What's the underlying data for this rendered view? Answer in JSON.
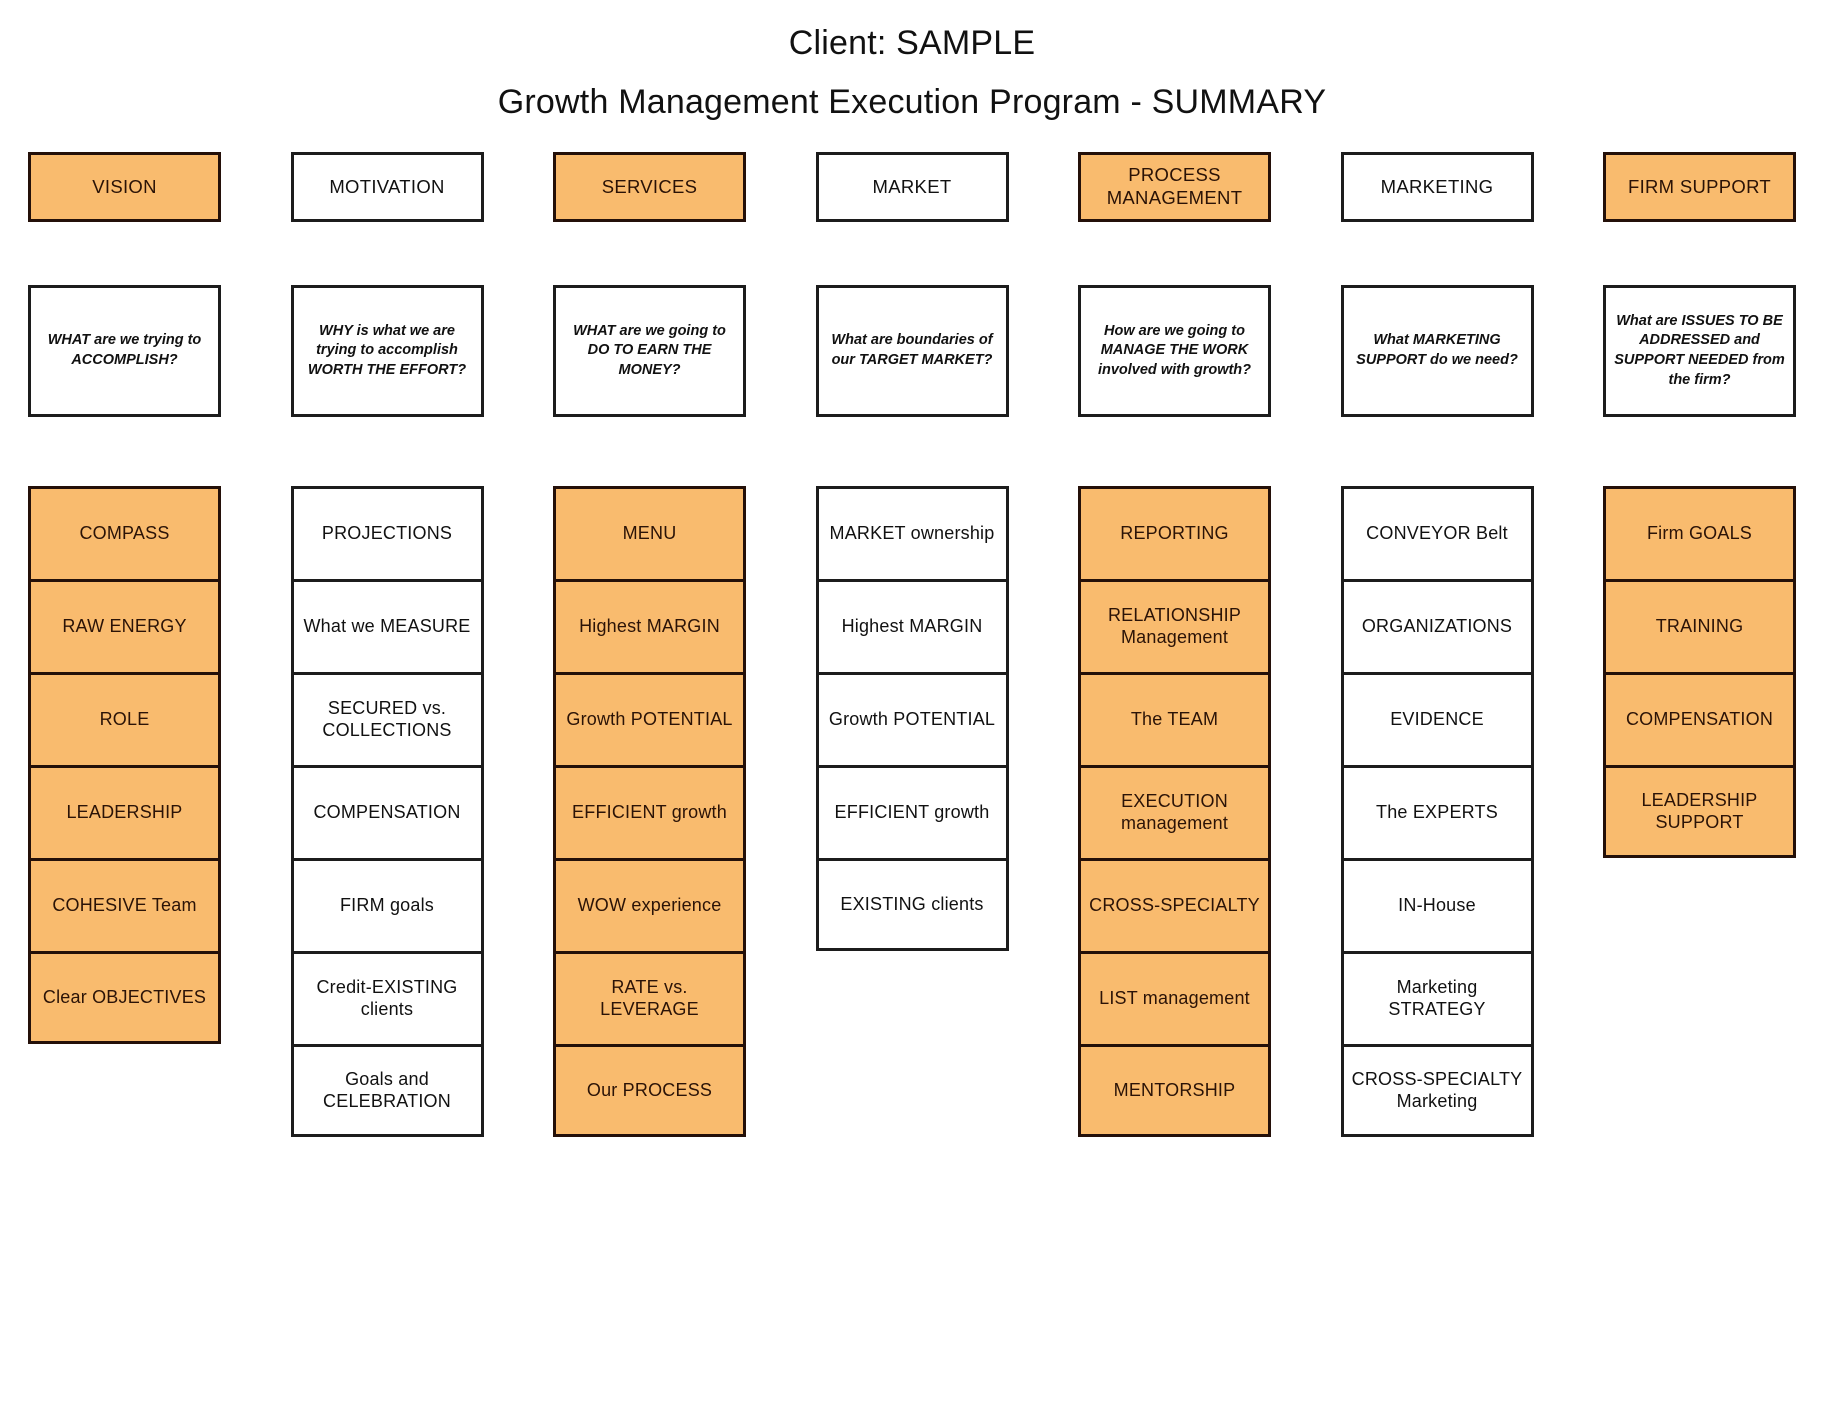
{
  "titles": {
    "client": "Client: SAMPLE",
    "program": "Growth Management Execution Program - SUMMARY"
  },
  "colors": {
    "orange_fill": "#F9BB6E",
    "white_fill": "#FFFFFF",
    "border_dark": "#1C1C1C",
    "border_orange": "#241009",
    "text_dark": "#111111",
    "text_on_orange": "#2B1307"
  },
  "columns": [
    {
      "header": "VISION",
      "header_style": "orange",
      "question": "WHAT are we trying to ACCOMPLISH?",
      "items": [
        {
          "line1": "COMPASS",
          "line2": "",
          "style": "orange"
        },
        {
          "line1": "RAW ENERGY",
          "line2": "",
          "style": "orange"
        },
        {
          "line1": "ROLE",
          "line2": "",
          "style": "orange"
        },
        {
          "line1": "LEADERSHIP",
          "line2": "",
          "style": "orange"
        },
        {
          "line1": "COHESIVE Team",
          "line2": "",
          "style": "orange"
        },
        {
          "line1": "Clear OBJECTIVES",
          "line2": "",
          "style": "orange"
        }
      ]
    },
    {
      "header": "MOTIVATION",
      "header_style": "white",
      "question": "WHY is what we are trying to accomplish WORTH THE EFFORT?",
      "items": [
        {
          "line1": "PROJECTIONS",
          "line2": "",
          "style": "white"
        },
        {
          "line1": "What we MEASURE",
          "line2": "",
          "style": "white"
        },
        {
          "line1": "SECURED vs.",
          "line2": "COLLECTIONS",
          "style": "white"
        },
        {
          "line1": "COMPENSATION",
          "line2": "",
          "style": "white"
        },
        {
          "line1": "FIRM goals",
          "line2": "",
          "style": "white"
        },
        {
          "line1": "Credit-EXISTING",
          "line2": "clients",
          "style": "white"
        },
        {
          "line1": "Goals and",
          "line2": "CELEBRATION",
          "style": "white"
        }
      ]
    },
    {
      "header": "SERVICES",
      "header_style": "orange",
      "question": "WHAT are we going to DO TO EARN THE MONEY?",
      "items": [
        {
          "line1": "MENU",
          "line2": "",
          "style": "orange"
        },
        {
          "line1": "Highest MARGIN",
          "line2": "",
          "style": "orange"
        },
        {
          "line1": "Growth POTENTIAL",
          "line2": "",
          "style": "orange"
        },
        {
          "line1": "EFFICIENT growth",
          "line2": "",
          "style": "orange"
        },
        {
          "line1": "WOW experience",
          "line2": "",
          "style": "orange"
        },
        {
          "line1": "RATE vs. LEVERAGE",
          "line2": "",
          "style": "orange"
        },
        {
          "line1": "Our PROCESS",
          "line2": "",
          "style": "orange"
        }
      ]
    },
    {
      "header": "MARKET",
      "header_style": "white",
      "question": "What are boundaries of our TARGET MARKET?",
      "items": [
        {
          "line1": "MARKET ownership",
          "line2": "",
          "style": "white"
        },
        {
          "line1": "Highest MARGIN",
          "line2": "",
          "style": "white"
        },
        {
          "line1": "Growth POTENTIAL",
          "line2": "",
          "style": "white"
        },
        {
          "line1": "EFFICIENT growth",
          "line2": "",
          "style": "white"
        },
        {
          "line1": "EXISTING clients",
          "line2": "",
          "style": "white"
        }
      ]
    },
    {
      "header": "PROCESS MANAGEMENT",
      "header_style": "orange",
      "question": "How are we going to MANAGE THE WORK involved with growth?",
      "items": [
        {
          "line1": "REPORTING",
          "line2": "",
          "style": "orange"
        },
        {
          "line1": "RELATIONSHIP",
          "line2": "Management",
          "style": "orange"
        },
        {
          "line1": "The TEAM",
          "line2": "",
          "style": "orange"
        },
        {
          "line1": "EXECUTION",
          "line2": "management",
          "style": "orange"
        },
        {
          "line1": "CROSS-SPECIALTY",
          "line2": "",
          "style": "orange"
        },
        {
          "line1": "LIST management",
          "line2": "",
          "style": "orange"
        },
        {
          "line1": "MENTORSHIP",
          "line2": "",
          "style": "orange"
        }
      ]
    },
    {
      "header": "MARKETING",
      "header_style": "white",
      "question": "What MARKETING SUPPORT do we need?",
      "items": [
        {
          "line1": "CONVEYOR Belt",
          "line2": "",
          "style": "white"
        },
        {
          "line1": "ORGANIZATIONS",
          "line2": "",
          "style": "white"
        },
        {
          "line1": "EVIDENCE",
          "line2": "",
          "style": "white"
        },
        {
          "line1": "The EXPERTS",
          "line2": "",
          "style": "white"
        },
        {
          "line1": "IN-House",
          "line2": "",
          "style": "white"
        },
        {
          "line1": "Marketing STRATEGY",
          "line2": "",
          "style": "white"
        },
        {
          "line1": "CROSS-SPECIALTY",
          "line2": "Marketing",
          "style": "white"
        }
      ]
    },
    {
      "header": "FIRM SUPPORT",
      "header_style": "orange",
      "question": "What are ISSUES TO BE ADDRESSED and SUPPORT NEEDED from the firm?",
      "items": [
        {
          "line1": "Firm GOALS",
          "line2": "",
          "style": "orange"
        },
        {
          "line1": "TRAINING",
          "line2": "",
          "style": "orange"
        },
        {
          "line1": "COMPENSATION",
          "line2": "",
          "style": "orange"
        },
        {
          "line1": "LEADERSHIP SUPPORT",
          "line2": "",
          "style": "orange"
        }
      ]
    }
  ]
}
